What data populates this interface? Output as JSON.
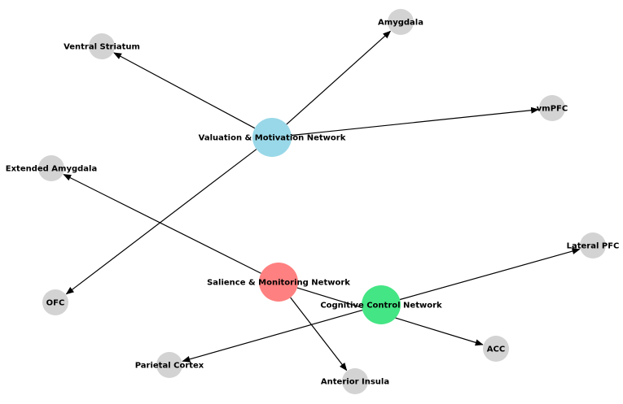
{
  "colors": {
    "valuation": "#99d8e8",
    "salience": "#ff8080",
    "cognitive": "#44e584",
    "region": "#d3d3d3",
    "edge": "#000000"
  },
  "nodes": [
    {
      "id": "valuation",
      "label": "Valuation & Motivation Network",
      "kind": "valuation"
    },
    {
      "id": "salience",
      "label": "Salience & Monitoring Network",
      "kind": "salience"
    },
    {
      "id": "cognitive",
      "label": "Cognitive Control Network",
      "kind": "cognitive"
    },
    {
      "id": "amygdala",
      "label": "Amygdala",
      "kind": "region"
    },
    {
      "id": "ventral-striatum",
      "label": "Ventral Striatum",
      "kind": "region"
    },
    {
      "id": "vmpfc",
      "label": "vmPFC",
      "kind": "region"
    },
    {
      "id": "extended-amygdala",
      "label": "Extended Amygdala",
      "kind": "region"
    },
    {
      "id": "ofc",
      "label": "OFC",
      "kind": "region"
    },
    {
      "id": "lateral-pfc",
      "label": "Lateral PFC",
      "kind": "region"
    },
    {
      "id": "acc",
      "label": "ACC",
      "kind": "region"
    },
    {
      "id": "parietal-cortex",
      "label": "Parietal Cortex",
      "kind": "region"
    },
    {
      "id": "anterior-insula",
      "label": "Anterior Insula",
      "kind": "region"
    }
  ],
  "edges": [
    {
      "from": "valuation",
      "to": "amygdala"
    },
    {
      "from": "valuation",
      "to": "ventral-striatum"
    },
    {
      "from": "valuation",
      "to": "vmpfc"
    },
    {
      "from": "valuation",
      "to": "ofc"
    },
    {
      "from": "salience",
      "to": "extended-amygdala"
    },
    {
      "from": "salience",
      "to": "acc"
    },
    {
      "from": "salience",
      "to": "anterior-insula"
    },
    {
      "from": "cognitive",
      "to": "lateral-pfc"
    },
    {
      "from": "cognitive",
      "to": "parietal-cortex"
    }
  ]
}
